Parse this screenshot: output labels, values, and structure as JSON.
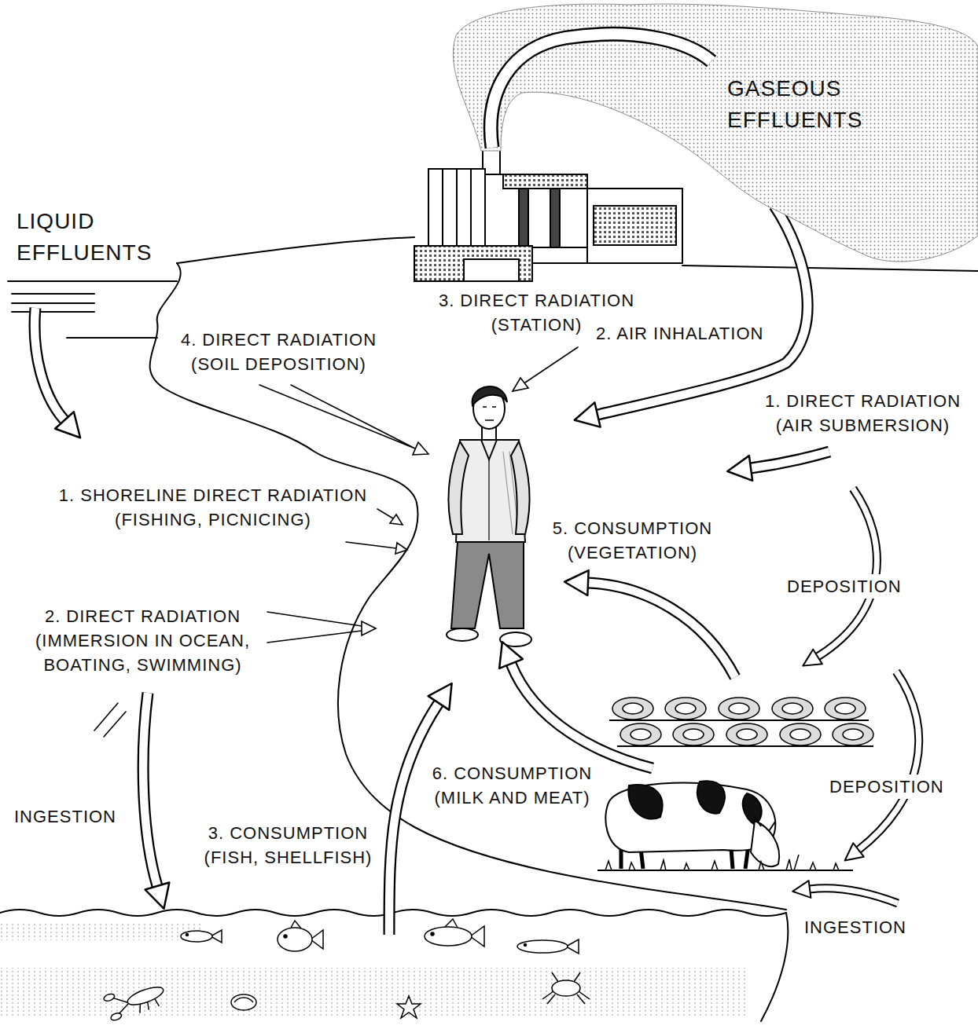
{
  "diagram": {
    "nodes": [
      {
        "text": [
          "GASEOUS EFFLUENTS"
        ]
      }
    ],
    "labels": [
      "LIQUID EFFLUENTS",
      "3. DIRECT RADIATION (STATION)",
      "2. AIR INHALATION",
      "1. DIRECT RADIATION (AIR SUBMERSION)",
      "4. DIRECT RADIATION (SOIL DEPOSITION)",
      "1. SHORELINE DIRECT RADIATION (FISHING, PICNICING)",
      "5. CONSUMPTION (VEGETATION)",
      "DEPOSITION",
      "2. DIRECT RADIATION (IMMERSION IN OCEAN, BOATING, SWIMMING)",
      "DEPOSITION",
      "6. CONSUMPTION (MILK AND MEAT)",
      "INGESTION",
      "3. CONSUMPTION (FISH, SHELLFISH)",
      "INGESTION"
    ]
  }
}
